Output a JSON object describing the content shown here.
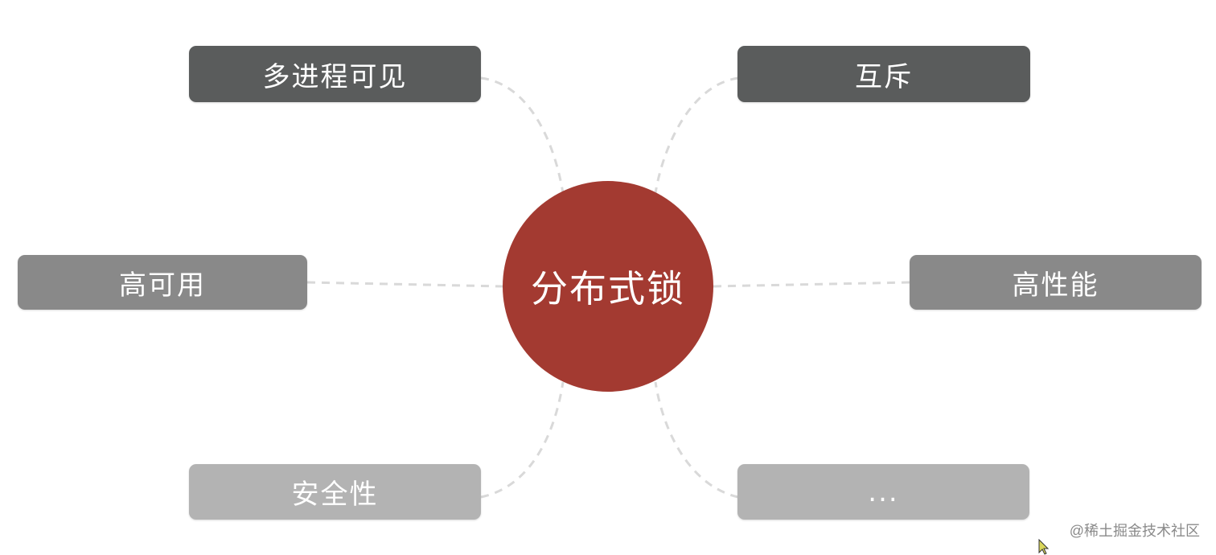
{
  "center": {
    "label": "分布式锁",
    "color": "#a33a31"
  },
  "nodes": {
    "top_left": {
      "label": "多进程可见"
    },
    "top_right": {
      "label": "互斥"
    },
    "middle_left": {
      "label": "高可用"
    },
    "middle_right": {
      "label": "高性能"
    },
    "bottom_left": {
      "label": "安全性"
    },
    "bottom_right": {
      "label": "..."
    }
  },
  "watermark": "@稀土掘金技术社区",
  "colors": {
    "dark": "#5a5c5c",
    "mid": "#898989",
    "light": "#b3b3b3",
    "connector": "#d9d9d9"
  }
}
